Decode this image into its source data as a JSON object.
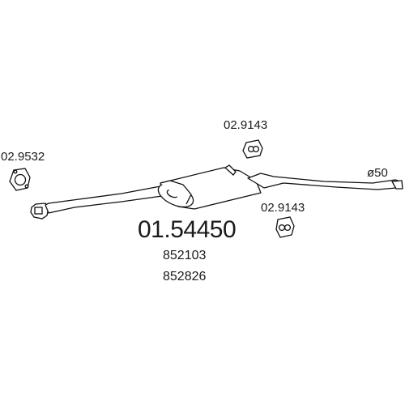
{
  "parts": {
    "gasket_label": "02.9532",
    "hanger_top_label": "02.9143",
    "hanger_bottom_label": "02.9143",
    "diameter_label": "ø50",
    "main_part_number": "01.54450",
    "oem_numbers": [
      "852103",
      "852826"
    ]
  },
  "colors": {
    "line": "#111111",
    "text": "#1a1a1a",
    "background": "#ffffff"
  }
}
